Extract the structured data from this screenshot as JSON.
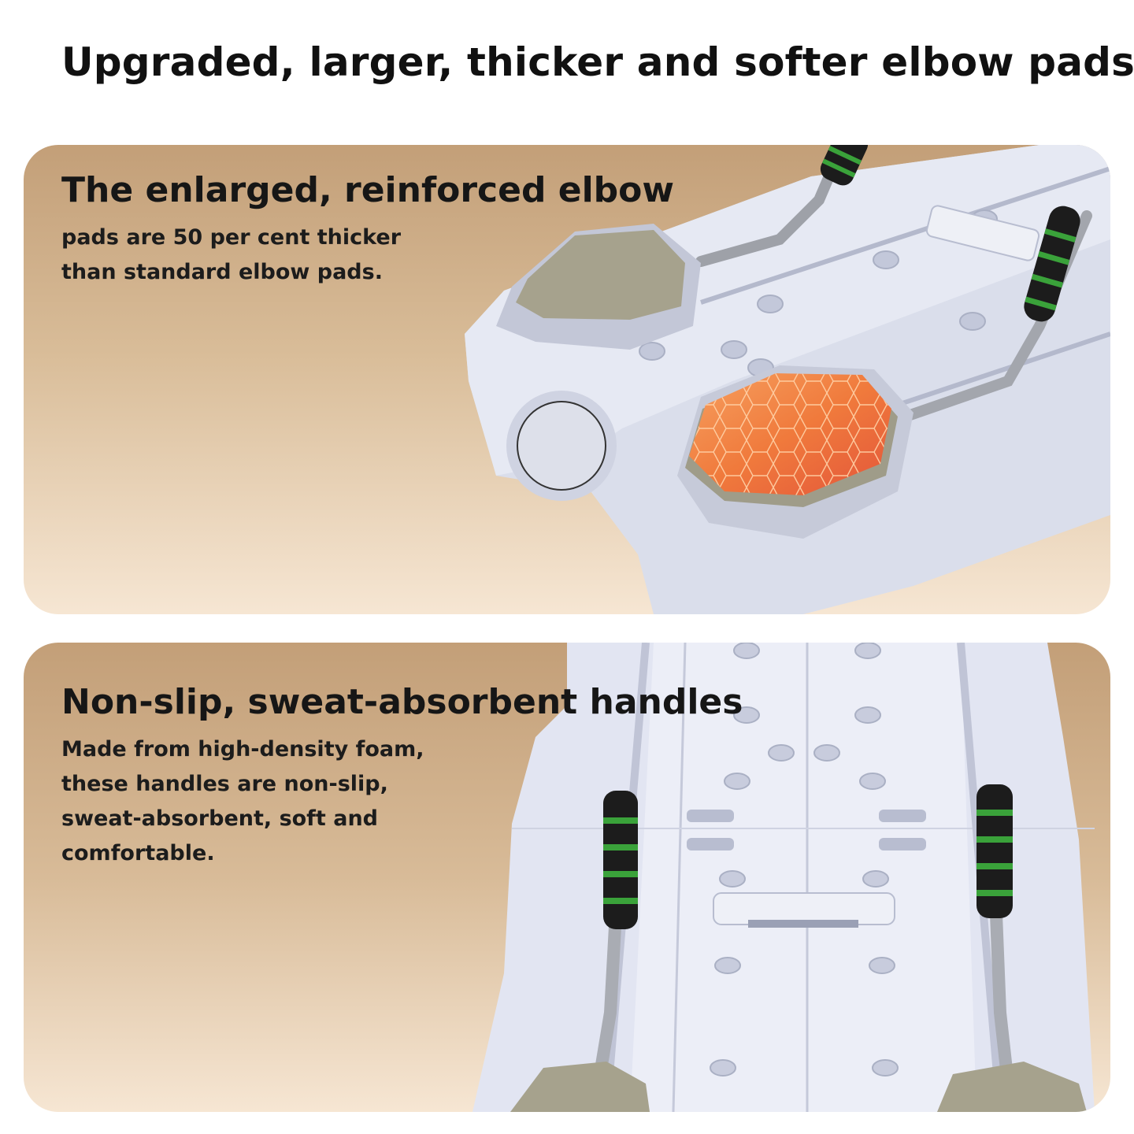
{
  "title": "Upgraded, larger, thicker and softer elbow pads",
  "sections": [
    {
      "heading": "The enlarged, reinforced elbow",
      "lines": [
        "pads are 50 per cent thicker",
        "than standard elbow pads."
      ]
    },
    {
      "heading": "Non-slip, sweat-absorbent handles",
      "lines": [
        "Made from high-density foam,",
        "these handles are non-slip,",
        "sweat-absorbent, soft and",
        "comfortable."
      ]
    }
  ],
  "colors": {
    "board": "#dfe2ee",
    "pad": "#a6a28d",
    "grip_black": "#1c1c1c",
    "grip_green": "#3aa23a",
    "heat": "#f07a3c"
  }
}
